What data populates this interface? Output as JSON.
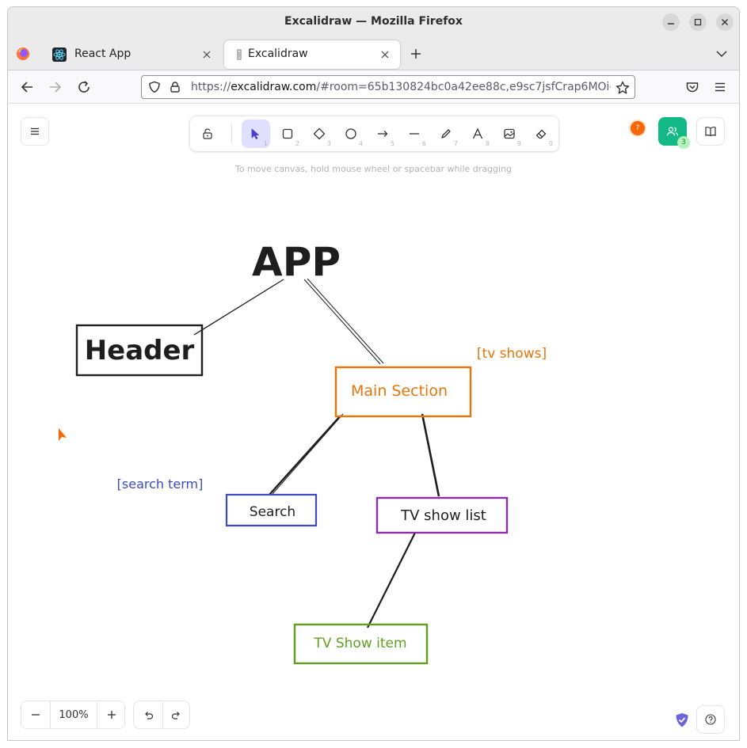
{
  "window": {
    "title": "Excalidraw — Mozilla Firefox"
  },
  "tabs": [
    {
      "label": "React App",
      "icon": "react-icon"
    },
    {
      "label": "Excalidraw",
      "icon": "excalidraw-icon",
      "active": true
    }
  ],
  "address_bar": {
    "url_prefix": "https://",
    "url_domain": "excalidraw.com",
    "url_rest": "/#room=65b130824bc0a42ee88c,e9sc7jsfCrap6MOi-"
  },
  "toolbar": {
    "tools": [
      {
        "name": "selection",
        "key": "1",
        "selected": true
      },
      {
        "name": "rectangle",
        "key": "2"
      },
      {
        "name": "diamond",
        "key": "3"
      },
      {
        "name": "ellipse",
        "key": "4"
      },
      {
        "name": "arrow",
        "key": "5"
      },
      {
        "name": "line",
        "key": "6"
      },
      {
        "name": "draw",
        "key": "7"
      },
      {
        "name": "text",
        "key": "8"
      },
      {
        "name": "image",
        "key": "9"
      },
      {
        "name": "eraser",
        "key": "0"
      }
    ]
  },
  "hint": "To move canvas, hold mouse wheel or spacebar while dragging",
  "collab": {
    "avatar_label": "?",
    "collaborator_count": "3",
    "button_color": "#12b886",
    "avatar_color": "#f76707"
  },
  "diagram": {
    "app_label": "APP",
    "header_label": "Header",
    "main_label": "Main Section",
    "tv_shows_note": "[tv shows]",
    "search_note": "[search term]",
    "search_label": "Search",
    "tv_list_label": "TV show list",
    "tv_item_label": "TV Show item",
    "colors": {
      "main": "#e8750c",
      "search": "#3b4cc0",
      "list": "#8b2fa6",
      "item": "#5f9e1f",
      "black": "#1e1e1e"
    }
  },
  "zoom": {
    "value": "100%"
  }
}
